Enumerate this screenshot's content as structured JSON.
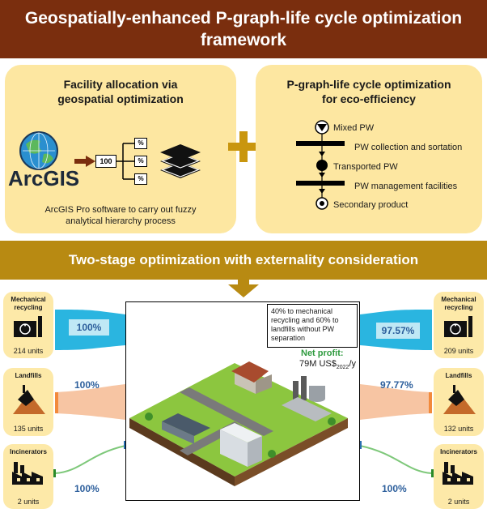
{
  "header": {
    "title_line1": "Geospatially-enhanced P-graph-life cycle optimization",
    "title_line2": "framework"
  },
  "left_panel": {
    "title_line1": "Facility allocation via",
    "title_line2": "geospatial optimization",
    "logo_text": "ArcGIS",
    "value": "100",
    "percent_symbol": "%",
    "caption_line1": "ArcGIS Pro software to carry out fuzzy",
    "caption_line2": "analytical hierarchy process"
  },
  "right_panel": {
    "title_line1": "P-graph-life cycle optimization",
    "title_line2": "for eco-efficiency",
    "items": [
      "Mixed PW",
      "PW collection and sortation",
      "Transported PW",
      "PW management facilities",
      "Secondary product"
    ]
  },
  "band": {
    "label": "Two-stage optimization with externality consideration"
  },
  "left_facilities": [
    {
      "name_line1": "Mechanical",
      "name_line2": "recycling",
      "units": "214 units",
      "pct": "100%"
    },
    {
      "name_line1": "Landfills",
      "name_line2": "",
      "units": "135 units",
      "pct": "100%"
    },
    {
      "name_line1": "Incinerators",
      "name_line2": "",
      "units": "2 units",
      "pct": "100%"
    }
  ],
  "right_facilities": [
    {
      "name_line1": "Mechanical",
      "name_line2": "recycling",
      "units": "209 units",
      "pct": "97.57%"
    },
    {
      "name_line1": "Landfills",
      "name_line2": "",
      "units": "132 units",
      "pct": "97.77%"
    },
    {
      "name_line1": "Incinerators",
      "name_line2": "",
      "units": "2 units",
      "pct": "100%"
    }
  ],
  "center": {
    "note_line1": "40% to mechanical",
    "note_line2": "recycling and 60% to",
    "note_line3": "landfills without PW",
    "note_line4": "separation",
    "net_profit_label": "Net profit:",
    "net_profit_value": "79M US$",
    "net_profit_sub": "2022",
    "net_profit_unit": "/y"
  },
  "colors": {
    "header": "#7a2e0e",
    "panel": "#fde7a1",
    "band": "#b88a12",
    "cyan": "#2ab5e0",
    "orange": "#f28a3c",
    "green_line": "#7ec87a"
  }
}
